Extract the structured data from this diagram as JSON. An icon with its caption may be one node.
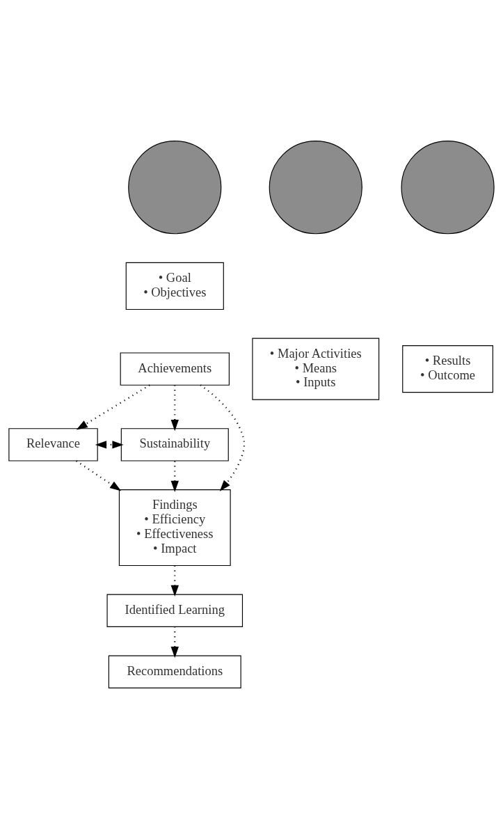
{
  "diagram": {
    "nodes": [
      {
        "text": [],
        "shape": "circle"
      },
      {
        "text": [],
        "shape": "circle"
      },
      {
        "text": [],
        "shape": "circle"
      },
      {
        "text": [
          "• Goal",
          "• Objectives"
        ]
      },
      {
        "text": [
          "Achievements"
        ]
      },
      {
        "text": [
          "• Major Activities",
          "• Means",
          "• Inputs"
        ]
      },
      {
        "text": [
          "• Results",
          "• Outcome"
        ]
      },
      {
        "text": [
          "Relevance"
        ]
      },
      {
        "text": [
          "Sustainability"
        ]
      },
      {
        "text": [
          "Findings",
          "• Efficiency",
          "• Effectiveness",
          "• Impact"
        ]
      },
      {
        "text": [
          "Identified Learning"
        ]
      },
      {
        "text": [
          "Recommendations"
        ]
      }
    ],
    "edges": [
      {
        "from": 4,
        "to": 7,
        "arrow": "to",
        "style": "dashed"
      },
      {
        "from": 4,
        "to": 9,
        "arrow": "to",
        "style": "dashed"
      },
      {
        "from": 4,
        "to": 8,
        "arrow": "to",
        "style": "dashed"
      },
      {
        "from": 7,
        "to": 8,
        "arrow": "both",
        "style": "dashed"
      },
      {
        "from": 7,
        "to": 9,
        "arrow": "to",
        "style": "dashed"
      },
      {
        "from": 8,
        "to": 9,
        "arrow": "to",
        "style": "dashed"
      },
      {
        "from": 9,
        "to": 10,
        "arrow": "to",
        "style": "dashed"
      },
      {
        "from": 10,
        "to": 11,
        "arrow": "to",
        "style": "dashed"
      }
    ]
  }
}
